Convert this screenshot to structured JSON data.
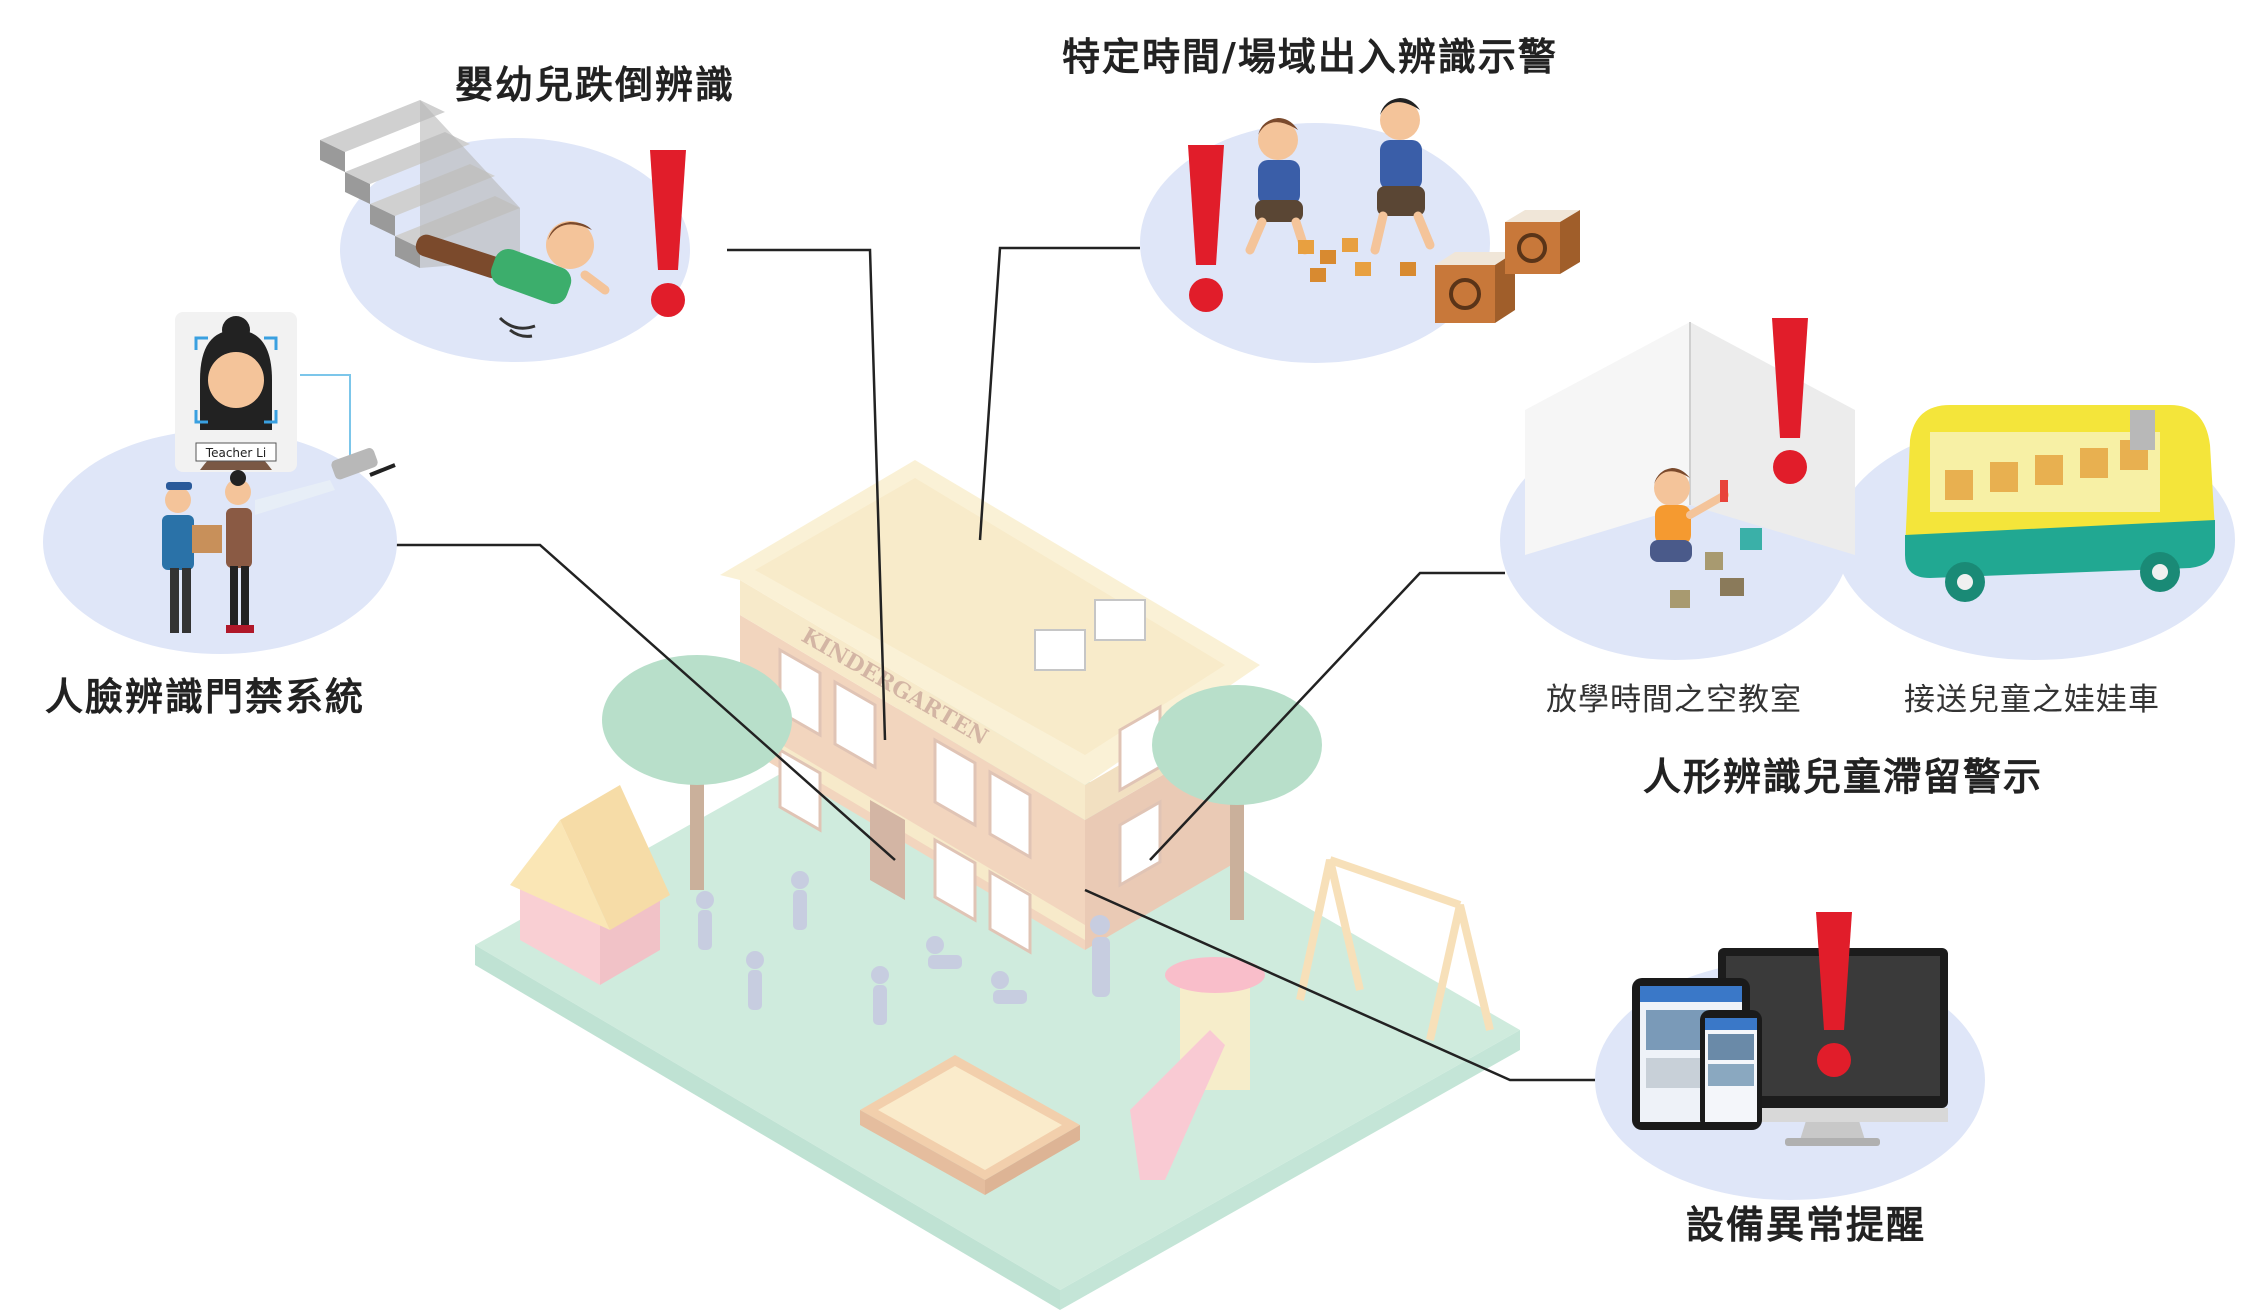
{
  "labels": {
    "fall_detection": "嬰幼兒跌倒辨識",
    "time_zone_alert": "特定時間/場域出入辨識示警",
    "face_access": "人臉辨識門禁系統",
    "empty_classroom": "放學時間之空教室",
    "school_bus": "接送兒童之娃娃車",
    "child_left_behind": "人形辨識兒童滯留警示",
    "device_alert": "設備異常提醒"
  },
  "building": {
    "sign": "KINDERGARTEN"
  },
  "badge": {
    "name": "Teacher Li"
  },
  "colors": {
    "alert": "#e11d2a",
    "circle_bg": "#dfe6f8",
    "connector": "#222222",
    "ground": "#c9ead8",
    "building_wall": "#f2d9bf",
    "building_roof": "#f6e7b5",
    "bus_yellow": "#f4e53a",
    "bus_teal": "#21a892"
  },
  "icons": [
    "staircase-icon",
    "falling-child-icon",
    "exclamation-icon",
    "playing-children-icon",
    "cardboard-box-icon",
    "face-scan-icon",
    "security-camera-icon",
    "delivery-person-icon",
    "teacher-icon",
    "classroom-wall-icon",
    "child-playing-icon",
    "school-bus-icon",
    "tablet-icon",
    "smartphone-icon",
    "monitor-icon",
    "kindergarten-building-icon",
    "tree-icon",
    "playhouse-icon",
    "swing-icon",
    "slide-icon",
    "sandbox-icon"
  ]
}
